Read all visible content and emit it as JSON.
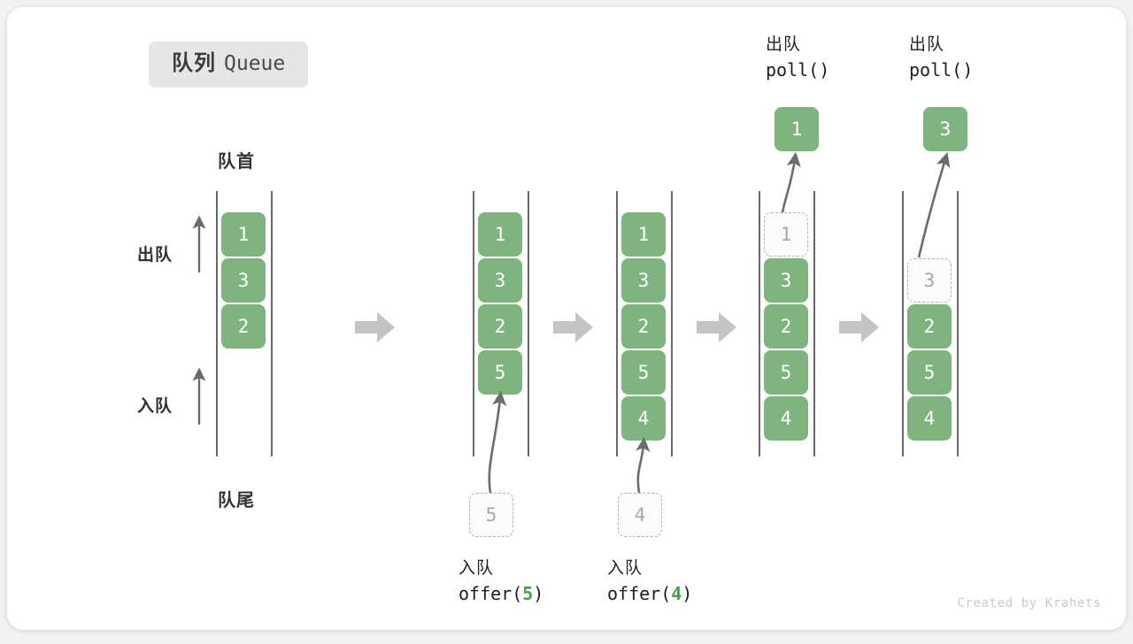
{
  "title": {
    "cn": "队列",
    "en": "Queue"
  },
  "labels": {
    "head": "队首",
    "tail": "队尾",
    "dequeue_side": "出队",
    "enqueue_side": "入队"
  },
  "colors": {
    "cell_fill": "#7fb380",
    "cell_text": "#ffffff",
    "ghost_border": "#b3b3b3",
    "ghost_text": "#a8a8a8",
    "rail": "#4d4d4d",
    "arrow_gray": "#6b6b6b",
    "step_arrow": "#c4c4c4",
    "code_number": "#46a046",
    "badge_bg": "#e6e6e6",
    "card_bg": "#ffffff",
    "page_bg": "#f2f2f2"
  },
  "columns": [
    {
      "name": "initial",
      "cells": [
        {
          "value": "1",
          "ghost": false
        },
        {
          "value": "3",
          "ghost": false
        },
        {
          "value": "2",
          "ghost": false
        }
      ]
    },
    {
      "name": "after-offer-5",
      "cells": [
        {
          "value": "1",
          "ghost": false
        },
        {
          "value": "3",
          "ghost": false
        },
        {
          "value": "2",
          "ghost": false
        },
        {
          "value": "5",
          "ghost": false
        }
      ]
    },
    {
      "name": "after-offer-4",
      "cells": [
        {
          "value": "1",
          "ghost": false
        },
        {
          "value": "3",
          "ghost": false
        },
        {
          "value": "2",
          "ghost": false
        },
        {
          "value": "5",
          "ghost": false
        },
        {
          "value": "4",
          "ghost": false
        }
      ]
    },
    {
      "name": "during-poll-1",
      "cells": [
        {
          "value": "1",
          "ghost": true
        },
        {
          "value": "3",
          "ghost": false
        },
        {
          "value": "2",
          "ghost": false
        },
        {
          "value": "5",
          "ghost": false
        },
        {
          "value": "4",
          "ghost": false
        }
      ]
    },
    {
      "name": "during-poll-3",
      "cells": [
        {
          "value": "",
          "ghost": false,
          "empty": true
        },
        {
          "value": "3",
          "ghost": true
        },
        {
          "value": "2",
          "ghost": false
        },
        {
          "value": "5",
          "ghost": false
        },
        {
          "value": "4",
          "ghost": false
        }
      ]
    }
  ],
  "enqueue_ops": [
    {
      "ghost_value": "5",
      "cn": "入队",
      "code_prefix": "offer(",
      "code_number": "5",
      "code_suffix": ")"
    },
    {
      "ghost_value": "4",
      "cn": "入队",
      "code_prefix": "offer(",
      "code_number": "4",
      "code_suffix": ")"
    }
  ],
  "dequeue_ops": [
    {
      "cn": "出队",
      "code": "poll()",
      "popped_value": "1"
    },
    {
      "cn": "出队",
      "code": "poll()",
      "popped_value": "3"
    }
  ],
  "footer": "Created by Krahets"
}
